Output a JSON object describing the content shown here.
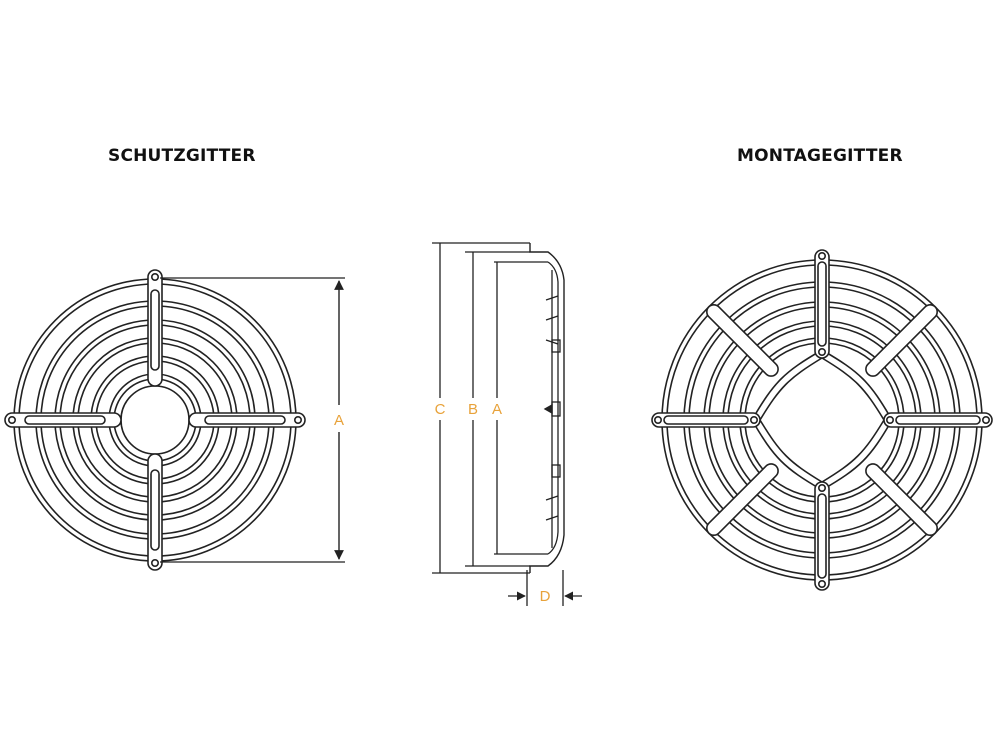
{
  "headings": {
    "left": "SCHUTZGITTER",
    "right": "MONTAGEGITTER"
  },
  "dimension_labels": {
    "front_a": "A",
    "side_c": "C",
    "side_b": "B",
    "side_a": "A",
    "side_d": "D"
  },
  "colors": {
    "line": "#222222",
    "dimension_label": "#e8a23a"
  }
}
